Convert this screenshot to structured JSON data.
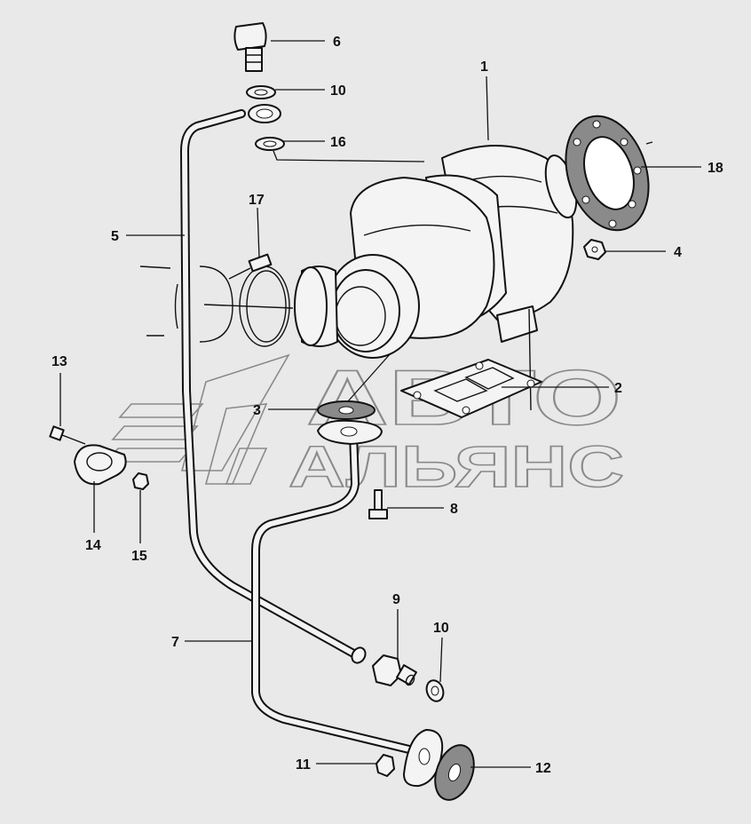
{
  "watermark": {
    "line1": "АВТО",
    "line2": "АЛЬЯНС",
    "color": "#7a7a7a"
  },
  "callouts": [
    "1",
    "2",
    "3",
    "4",
    "5",
    "6",
    "7",
    "8",
    "9",
    "10",
    "10",
    "11",
    "12",
    "13",
    "14",
    "15",
    "16",
    "17",
    "18"
  ],
  "colors": {
    "background": "#e9e9e9",
    "line": "#111111",
    "gasket": "#8a8a8a"
  }
}
